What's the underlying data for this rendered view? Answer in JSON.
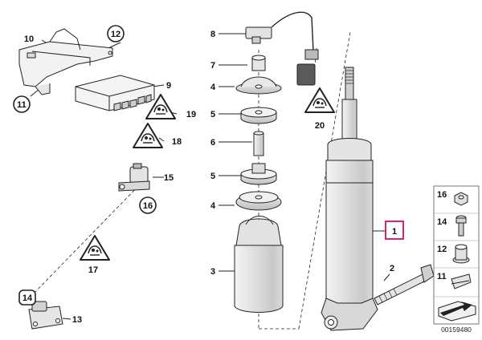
{
  "diagram": {
    "catalog_number": "00159480",
    "highlight_color": "#d4237a",
    "callouts": [
      {
        "id": "c10",
        "text": "10",
        "style": "plain"
      },
      {
        "id": "c12",
        "text": "12",
        "style": "circle"
      },
      {
        "id": "c11",
        "text": "11",
        "style": "circle"
      },
      {
        "id": "c9",
        "text": "9",
        "style": "plain"
      },
      {
        "id": "c19",
        "text": "19",
        "style": "plain"
      },
      {
        "id": "c18",
        "text": "18",
        "style": "plain"
      },
      {
        "id": "c15",
        "text": "15",
        "style": "plain"
      },
      {
        "id": "c16",
        "text": "16",
        "style": "circle"
      },
      {
        "id": "c17",
        "text": "17",
        "style": "plain"
      },
      {
        "id": "c14",
        "text": "14",
        "style": "rounded-square"
      },
      {
        "id": "c13",
        "text": "13",
        "style": "plain"
      },
      {
        "id": "c8",
        "text": "8",
        "style": "plain"
      },
      {
        "id": "c7",
        "text": "7",
        "style": "plain"
      },
      {
        "id": "c4a",
        "text": "4",
        "style": "plain"
      },
      {
        "id": "c5a",
        "text": "5",
        "style": "plain"
      },
      {
        "id": "c6",
        "text": "6",
        "style": "plain"
      },
      {
        "id": "c5b",
        "text": "5",
        "style": "plain"
      },
      {
        "id": "c4b",
        "text": "4",
        "style": "plain"
      },
      {
        "id": "c3",
        "text": "3",
        "style": "plain"
      },
      {
        "id": "c20",
        "text": "20",
        "style": "plain"
      },
      {
        "id": "c1",
        "text": "1",
        "style": "highlight-box"
      },
      {
        "id": "c2",
        "text": "2",
        "style": "plain"
      }
    ],
    "legend_items": [
      {
        "text": "16",
        "icon": "hex-nut-icon"
      },
      {
        "text": "14",
        "icon": "bolt-icon"
      },
      {
        "text": "12",
        "icon": "collar-nut-icon"
      },
      {
        "text": "11",
        "icon": "clip-icon"
      }
    ]
  }
}
